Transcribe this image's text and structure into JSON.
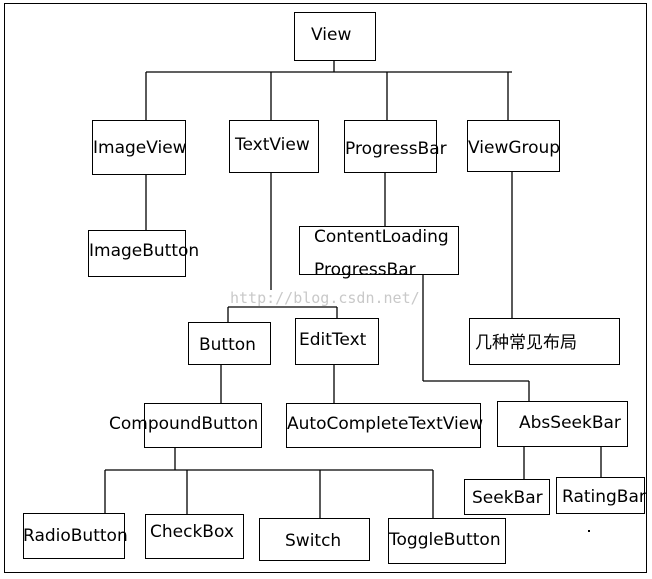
{
  "watermark": "http://blog.csdn.net/",
  "nodes": {
    "view": "View",
    "image_view": "ImageView",
    "text_view": "TextView",
    "progress_bar": "ProgressBar",
    "view_group": "ViewGroup",
    "image_button": "ImageButton",
    "content_loading_line1": "ContentLoading",
    "content_loading_line2": "ProgressBar",
    "layouts": "几种常见布局",
    "button": "Button",
    "edit_text": "EditText",
    "compound_button": "CompoundButton",
    "auto_complete": "AutoCompleteTextView",
    "abs_seek_bar": "AbsSeekBar",
    "seek_bar": "SeekBar",
    "rating_bar": "RatingBar",
    "radio_button": "RadioButton",
    "check_box": "CheckBox",
    "switch": "Switch",
    "toggle_button": "ToggleButton"
  }
}
